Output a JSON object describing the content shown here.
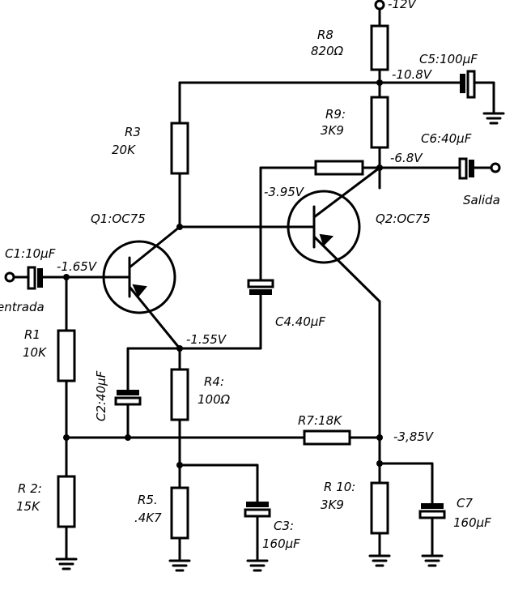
{
  "components": {
    "q1": {
      "label": "Q1:OC75"
    },
    "q2": {
      "label": "Q2:OC75"
    },
    "r1": {
      "name": "R1",
      "value": "10K"
    },
    "r2": {
      "name": "R 2:",
      "value": "15K"
    },
    "r3": {
      "name": "R3",
      "value": "20K"
    },
    "r4": {
      "name": "R4:",
      "value": "100Ω"
    },
    "r5": {
      "name": "R5.",
      "value": ".4K7"
    },
    "r7": {
      "label": "R7:18K"
    },
    "r8": {
      "name": "R8",
      "value": "820Ω"
    },
    "r9": {
      "name": "R9:",
      "value": "3K9"
    },
    "r10": {
      "name": "R 10:",
      "value": "3K9"
    },
    "c1": {
      "label": "C1:10µF"
    },
    "c2": {
      "label": "C2:40µF"
    },
    "c3": {
      "name": "C3:",
      "value": "160µF"
    },
    "c4": {
      "label": "C4.40µF"
    },
    "c5": {
      "label": "C5:100µF"
    },
    "c6": {
      "label": "C6:40µF"
    },
    "c7": {
      "name": "C7",
      "value": "160µF"
    }
  },
  "voltages": {
    "supply": "-12V",
    "r8_node": "-10.8V",
    "q2_collector": "-6.8V",
    "c4_top": "-3.95V",
    "q1_base": "-1.65V",
    "q1_emitter": "-1.55V",
    "q2_emitter": "-3,85V"
  },
  "terminals": {
    "input": "entrada",
    "output": "Salida"
  }
}
